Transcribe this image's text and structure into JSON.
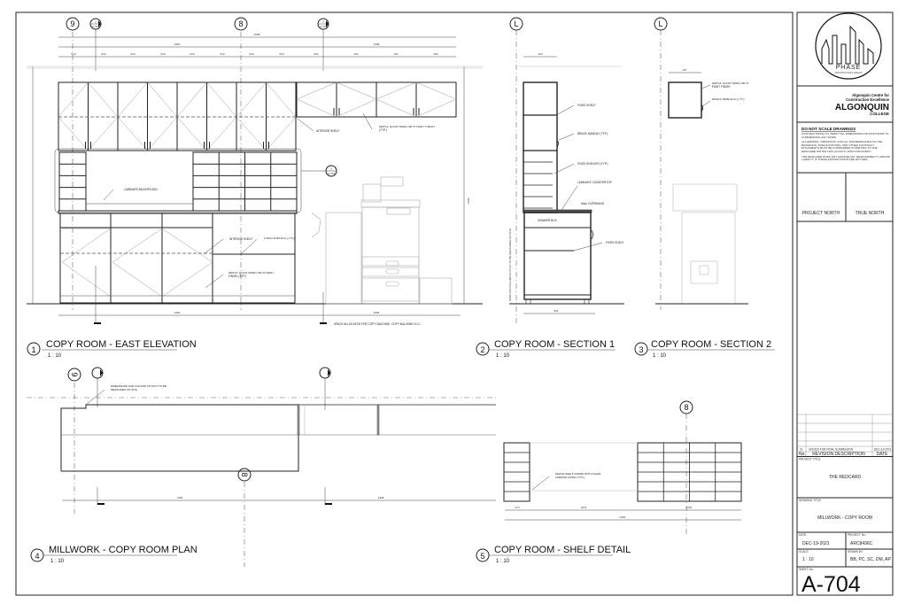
{
  "views": [
    {
      "number": "1",
      "title": "COPY ROOM - EAST ELEVATION",
      "scale": "1 : 10"
    },
    {
      "number": "2",
      "title": "COPY ROOM - SECTION 1",
      "scale": "1 : 10"
    },
    {
      "number": "3",
      "title": "COPY ROOM - SECTION 2",
      "scale": "1 : 10"
    },
    {
      "number": "4",
      "title": "MILLWORK - COPY ROOM PLAN",
      "scale": "1 : 10"
    },
    {
      "number": "5",
      "title": "COPY ROOM - SHELF DETAIL",
      "scale": "1 : 10"
    }
  ],
  "grid_bubbles": {
    "nine": "9",
    "eight": "8",
    "l": "L"
  },
  "section_marks": {
    "s1": "1",
    "s1_sheet": "A-704",
    "s3": "3",
    "s3_sheet": "A-704",
    "s5": "5",
    "s5_sheet": "A-704"
  },
  "elevation": {
    "dims": {
      "overall": "4008",
      "left": "2400",
      "right": "1608",
      "module": "510",
      "right_module": "402",
      "bottom_left": "2400",
      "bottom_right": "1608",
      "height": "1500"
    },
    "notes": {
      "interior_shelf": "INTERIOR SHELF",
      "maple_door_upper": "MAPLE DOOR PANEL WITH PAINT FINISH (TYP.)",
      "laminate_backsplash": "LAMINATE BACKSPLASH",
      "interior_shelf_lower": "INTERIOR SHELF",
      "fixed_shelves": "FIXED SHELVES (TYP.)",
      "maple_door_lower": "MAPLE DOOR PANEL WITH PAINT FINISH (TYP.)",
      "copy_space": "SPACE ALLOCATED FOR COPY MACHINE. COPY MACHINE N.I.C."
    }
  },
  "section1": {
    "notes": {
      "fixed_shelf": "FIXED SHELF",
      "brass_handle": "BRASS HANDLE (TYP.)",
      "fixed_shelves": "FIXED SHELVES (TYP.)",
      "laminate_countertop": "LAMINATE COUNTERTOP",
      "overhang": "6mm OVERHANG",
      "drawer_box": "DRAWER BOX",
      "fixed_shelf_lower": "FIXED SHELF",
      "column_cutout": "DIMS FOR COLUMN CUTOUT TO BE MEASURED ON SITE"
    },
    "dims": {
      "top": "320",
      "bottom": "561"
    }
  },
  "section2": {
    "notes": {
      "maple_door": "MAPLE DOOR PANEL WITH PAINT FINISH",
      "brass_handles": "BRASS HANDLES (TYP.)"
    },
    "dims": {
      "top": "337"
    }
  },
  "plan": {
    "notes": {
      "column_cutout": "DIMENSIONS FOR COLUMN CUTOUT TO BE MEASURED ON SITE"
    },
    "dims": {
      "left": "2400",
      "right": "1608"
    }
  },
  "shelf_detail": {
    "notes": {
      "shelf_frame": "MAPLE SHELF FRAME WITH CLEAR VARNISH FINISH (TYP.)"
    },
    "dims": {
      "left": "273",
      "middle": "1073",
      "right": "1204",
      "overall": "2400"
    }
  },
  "title_block": {
    "firm": {
      "name": "PHASE",
      "tagline": "ARCHITECTURE & DESIGN"
    },
    "college": {
      "line1": "Algonquin Centre for",
      "line2": "Construction Excellence",
      "name": "ALGONQUIN",
      "sub": "COLLEGE"
    },
    "warning": {
      "heading": "DO NOT SCALE DRAWINGS",
      "p1": "CONTRACTOR(S) TO VERIFY ALL DIMENSIONS ON SITE PRIOR TO COMMENCING ANY WORK.",
      "p2": "ALL ERRORS, OMISSIONS, AND ALL DISCREPANCIES ON THE DRAWINGS, SPECIFICATIONS, AND OTHER CONTRACT DOCUMENTS MUST BE FORWARDED IN WRITING TO THE DESIGNER WITHIN TWO (2) DAYS UPON DISCOVERY.",
      "p3": "THE DESIGNER DOES NOT ASSUME ANY RESPONSIBILITY AND/OR LIABILITY IF THESE INSTRUCTIONS ARE NOT MET."
    },
    "project_north": "PROJECT NORTH",
    "true_north": "TRUE NORTH",
    "revision": {
      "no": "01",
      "description": "ISSUED FOR FINAL SUBMISSION",
      "date": "DEC-19-2021"
    },
    "revision_headers": {
      "no": "No.",
      "description": "REVISION DESCRIPTION",
      "date": "DATE"
    },
    "project_title_label": "PROJECT TITLE:",
    "project_title": "THE REDCARD",
    "drawing_title_label": "DRAWING TITLE:",
    "drawing_title": "MILLWORK - COPY ROOM",
    "date_label": "DATE:",
    "date": "DEC-19-2021",
    "project_no_label": "PROJECT No.:",
    "project_no": "ARC8436C",
    "scale_label": "SCALE:",
    "scale": "1 : 10",
    "drawn_by_label": "DRAWN BY:",
    "drawn_by": "BB, PC, SC, DM, AP",
    "sheet_label": "SHEET No.:",
    "sheet": "A-704"
  }
}
